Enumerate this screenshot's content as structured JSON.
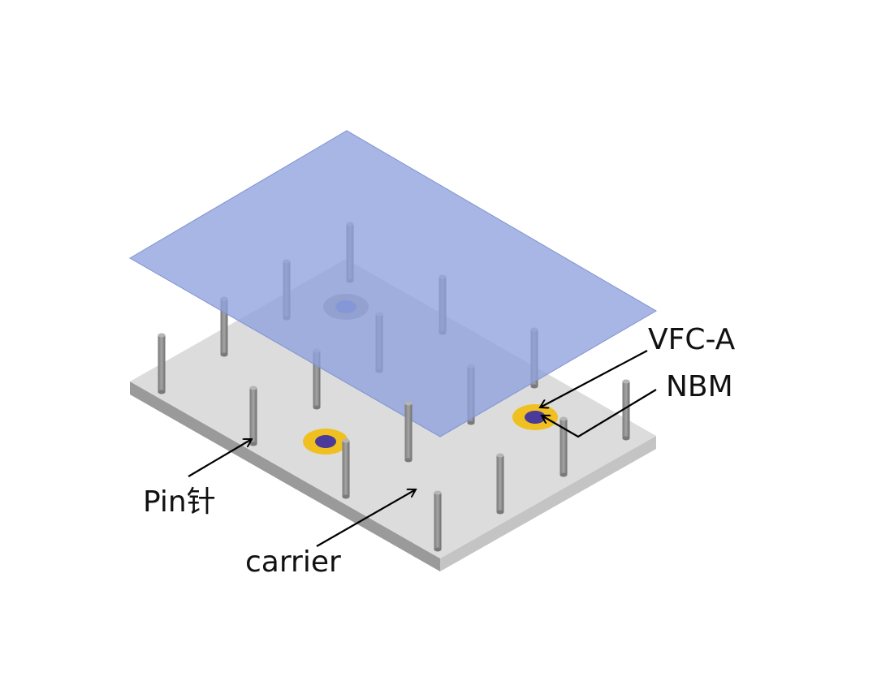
{
  "labels": {
    "pin": "Pin针",
    "carrier": "carrier",
    "vfc": "VFC-A",
    "nbm": "NBM"
  },
  "colors": {
    "carrier_top": "#dcdcdc",
    "carrier_front": "#9a9a9a",
    "carrier_side": "#c4c4c4",
    "plate": "#8ea2dd",
    "pin": "#8a8a8a",
    "pad_outer": "#f0c020",
    "pad_inner": "#4a3a9a"
  }
}
